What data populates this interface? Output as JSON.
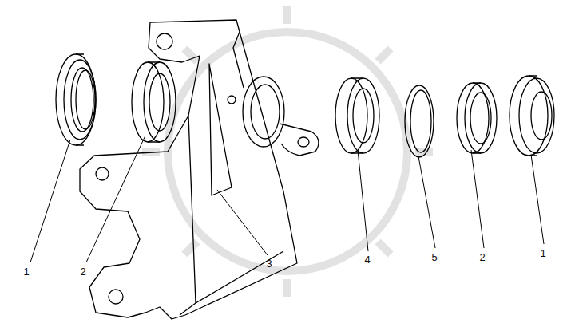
{
  "diagram": {
    "labels": [
      "1",
      "2",
      "3",
      "4",
      "5",
      "2",
      "1"
    ]
  }
}
